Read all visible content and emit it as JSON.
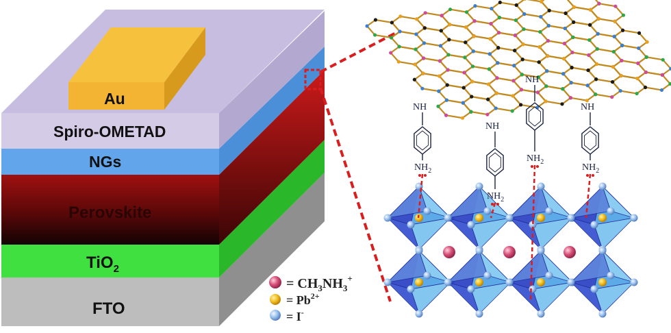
{
  "layers": {
    "au": "Au",
    "spiro": "Spiro-OMETAD",
    "ngs": "NGs",
    "perovskite": "Perovskite",
    "tio2_main": "TiO",
    "tio2_sub": "2",
    "fto": "FTO"
  },
  "molecules": {
    "nh": "NH",
    "nh2_main": "NH",
    "nh2_sub": "2"
  },
  "legend": {
    "ma": {
      "eq": "= CH",
      "s1": "3",
      "mid": "NH",
      "s2": "3",
      "sup": "+"
    },
    "pb": {
      "eq": "= Pb",
      "sup": "2+"
    },
    "iodide": {
      "eq": "= I",
      "sup": "-"
    }
  },
  "colors": {
    "au": "#f2b432",
    "spiro": "#d4cbe6",
    "ngs": "#62a5ea",
    "perovskite_top": "#a01010",
    "perovskite_bottom": "#150505",
    "tio2": "#3fe03f",
    "fto": "#b8b8b8",
    "callout": "#d81e1e",
    "octahedron_dark": "#2a3fc4",
    "octahedron_light": "#79c3f0",
    "ma_sphere": "#d8507a",
    "pb_sphere": "#f4c024",
    "i_sphere": "#8db8ea"
  }
}
